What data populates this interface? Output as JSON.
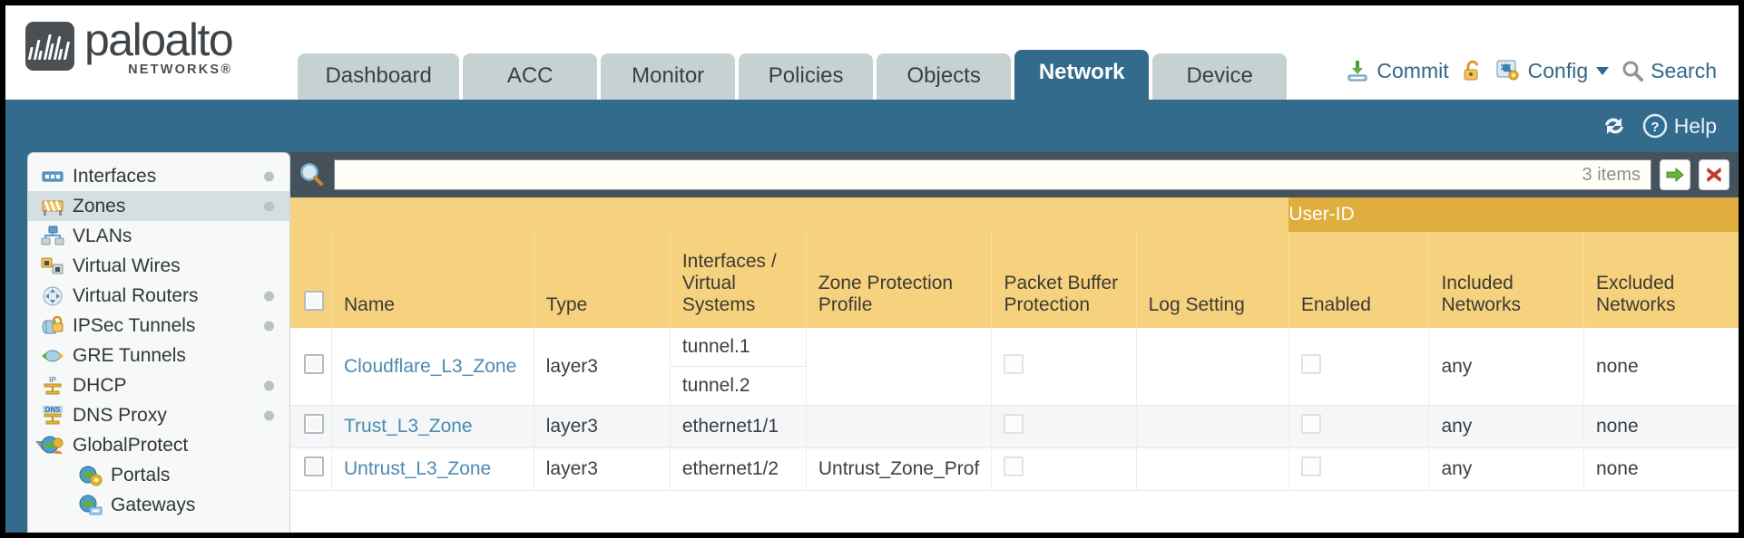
{
  "brand": {
    "name": "paloalto",
    "tagline": "NETWORKS",
    "registered": "®"
  },
  "nav": {
    "tabs": [
      {
        "label": "Dashboard",
        "active": false
      },
      {
        "label": "ACC",
        "active": false
      },
      {
        "label": "Monitor",
        "active": false
      },
      {
        "label": "Policies",
        "active": false
      },
      {
        "label": "Objects",
        "active": false
      },
      {
        "label": "Network",
        "active": true
      },
      {
        "label": "Device",
        "active": false
      }
    ]
  },
  "header_actions": {
    "commit": "Commit",
    "lock": "",
    "config": "Config",
    "search": "Search"
  },
  "subband": {
    "refresh": "",
    "help": "Help"
  },
  "sidebar": {
    "items": [
      {
        "label": "Interfaces",
        "icon": "interfaces-icon",
        "dot": true,
        "selected": false,
        "sub": false,
        "expander": false
      },
      {
        "label": "Zones",
        "icon": "zones-icon",
        "dot": true,
        "selected": true,
        "sub": false,
        "expander": false
      },
      {
        "label": "VLANs",
        "icon": "vlans-icon",
        "dot": false,
        "selected": false,
        "sub": false,
        "expander": false
      },
      {
        "label": "Virtual Wires",
        "icon": "virtual-wires-icon",
        "dot": false,
        "selected": false,
        "sub": false,
        "expander": false
      },
      {
        "label": "Virtual Routers",
        "icon": "virtual-routers-icon",
        "dot": true,
        "selected": false,
        "sub": false,
        "expander": false
      },
      {
        "label": "IPSec Tunnels",
        "icon": "ipsec-tunnels-icon",
        "dot": true,
        "selected": false,
        "sub": false,
        "expander": false
      },
      {
        "label": "GRE Tunnels",
        "icon": "gre-tunnels-icon",
        "dot": false,
        "selected": false,
        "sub": false,
        "expander": false
      },
      {
        "label": "DHCP",
        "icon": "dhcp-icon",
        "dot": true,
        "selected": false,
        "sub": false,
        "expander": false
      },
      {
        "label": "DNS Proxy",
        "icon": "dns-proxy-icon",
        "dot": true,
        "selected": false,
        "sub": false,
        "expander": false
      },
      {
        "label": "GlobalProtect",
        "icon": "globalprotect-icon",
        "dot": false,
        "selected": false,
        "sub": false,
        "expander": true
      },
      {
        "label": "Portals",
        "icon": "portals-icon",
        "dot": false,
        "selected": false,
        "sub": true,
        "expander": false
      },
      {
        "label": "Gateways",
        "icon": "gateways-icon",
        "dot": false,
        "selected": false,
        "sub": true,
        "expander": false
      }
    ]
  },
  "search": {
    "value": "",
    "placeholder": "",
    "items_count": "3 items",
    "apply_title": "",
    "clear_title": ""
  },
  "table": {
    "group_header": "User-ID",
    "columns": [
      "Name",
      "Type",
      "Interfaces / Virtual Systems",
      "Zone Protection Profile",
      "Packet Buffer Protection",
      "Log Setting",
      "Enabled",
      "Included Networks",
      "Excluded Networks"
    ],
    "rows": [
      {
        "name": "Cloudflare_L3_Zone",
        "type": "layer3",
        "interfaces": [
          "tunnel.1",
          "tunnel.2"
        ],
        "zone_protection_profile": "",
        "packet_buffer_protection": false,
        "log_setting": "",
        "userid_enabled": false,
        "included_networks": "any",
        "excluded_networks": "none"
      },
      {
        "name": "Trust_L3_Zone",
        "type": "layer3",
        "interfaces": [
          "ethernet1/1"
        ],
        "zone_protection_profile": "",
        "packet_buffer_protection": false,
        "log_setting": "",
        "userid_enabled": false,
        "included_networks": "any",
        "excluded_networks": "none"
      },
      {
        "name": "Untrust_L3_Zone",
        "type": "layer3",
        "interfaces": [
          "ethernet1/2"
        ],
        "zone_protection_profile": "Untrust_Zone_Prof",
        "packet_buffer_protection": false,
        "log_setting": "",
        "userid_enabled": false,
        "included_networks": "any",
        "excluded_networks": "none"
      }
    ]
  },
  "colors": {
    "brand_blue": "#336b8c",
    "tab_inactive": "#c6d2d2",
    "header_gold": "#f6d27f",
    "group_gold": "#e0ae3e",
    "link_blue": "#4d8ab0",
    "search_bar": "#45525c"
  }
}
